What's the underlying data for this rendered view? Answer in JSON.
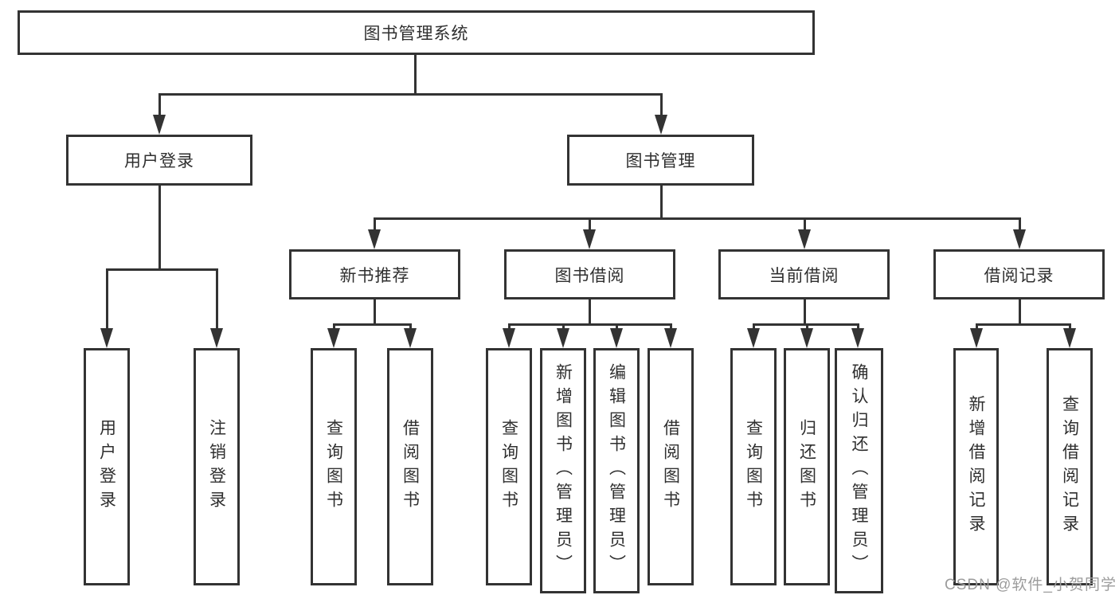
{
  "tree": {
    "root": {
      "label": "图书管理系统"
    },
    "level2": [
      {
        "label": "用户登录",
        "children": [
          {
            "label": "用户登录"
          },
          {
            "label": "注销登录"
          }
        ]
      },
      {
        "label": "图书管理",
        "children": [
          {
            "label": "新书推荐",
            "children": [
              {
                "label": "查询图书"
              },
              {
                "label": "借阅图书"
              }
            ]
          },
          {
            "label": "图书借阅",
            "children": [
              {
                "label": "查询图书"
              },
              {
                "label": "新增图书（管理员）"
              },
              {
                "label": "编辑图书（管理员）"
              },
              {
                "label": "借阅图书"
              }
            ]
          },
          {
            "label": "当前借阅",
            "children": [
              {
                "label": "查询图书"
              },
              {
                "label": "归还图书"
              },
              {
                "label": "确认归还（管理员）"
              }
            ]
          },
          {
            "label": "借阅记录",
            "children": [
              {
                "label": "新增借阅记录"
              },
              {
                "label": "查询借阅记录"
              }
            ]
          }
        ]
      }
    ]
  },
  "watermark": {
    "text": "CSDN @软件_小贺同学"
  },
  "colors": {
    "line": "#333333",
    "text": "#2f2f2f",
    "watermark": "#9c9c9c",
    "background": "#ffffff"
  }
}
